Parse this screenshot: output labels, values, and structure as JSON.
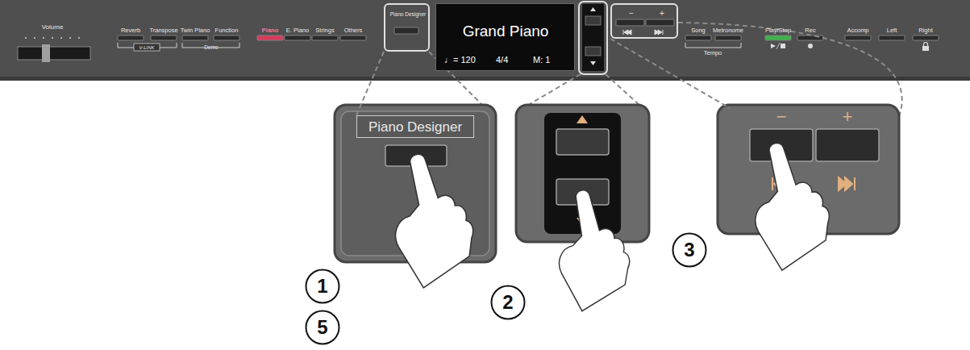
{
  "diagram": {
    "nodes": [
      {
        "text": [
          "Piano Designer"
        ]
      },
      {
        "text": [
          "Grand Piano",
          "♩= 120",
          "4/4",
          "M: 1"
        ]
      },
      {
        "text": [
          "−",
          "+"
        ]
      },
      {
        "text": [
          "Piano Designer"
        ]
      },
      {
        "text": [
          "−",
          "+"
        ]
      },
      {
        "text": [
          "1"
        ]
      },
      {
        "text": [
          "5"
        ]
      },
      {
        "text": [
          "2"
        ]
      },
      {
        "text": [
          "3"
        ]
      }
    ],
    "edges": [
      {
        "from": 0,
        "to": 3,
        "arrow": "none"
      },
      {
        "from": 2,
        "to": 4,
        "arrow": "none"
      }
    ],
    "labels": [
      "Volume",
      "Reverb",
      "Transpose",
      "Twin Piano",
      "Function",
      "V-LINK",
      "Demo",
      "Piano",
      "E. Piano",
      "Strings",
      "Others",
      "Song",
      "Metronome",
      "Tempo",
      "Play/Stop",
      "Rec",
      "Accomp",
      "Left",
      "Right"
    ]
  }
}
